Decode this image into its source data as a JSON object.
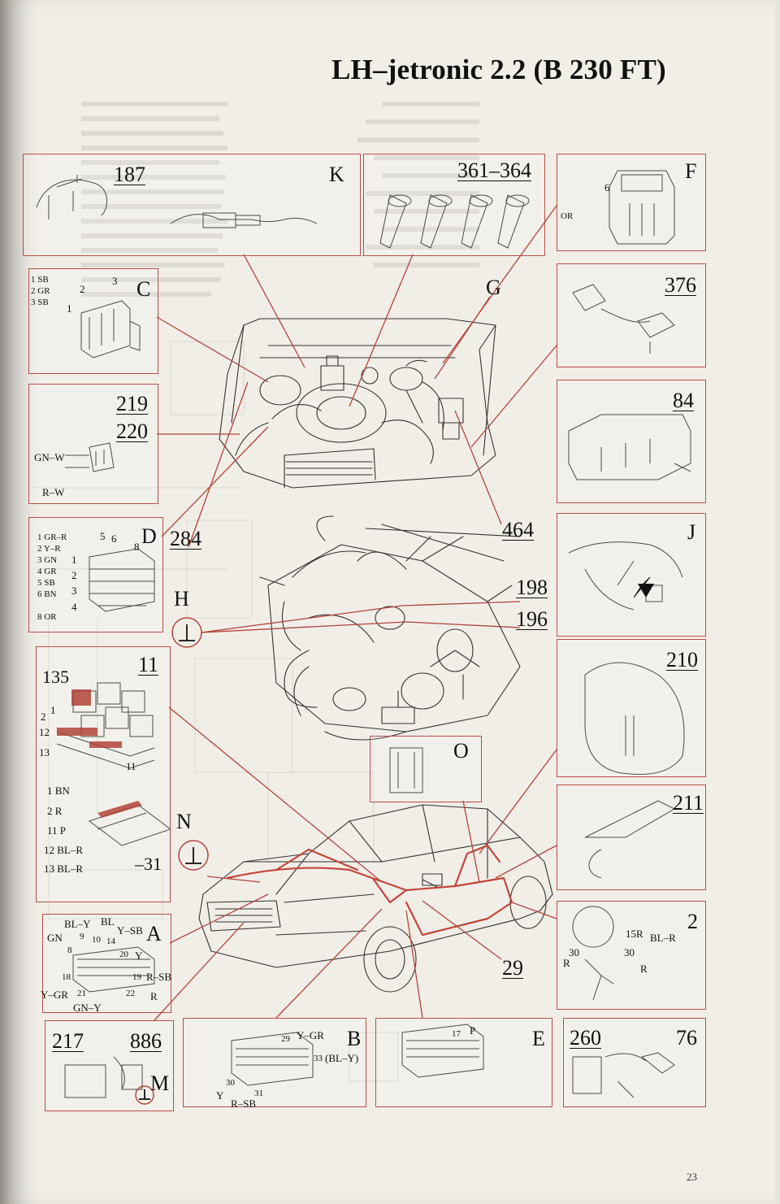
{
  "title": "LH–jetronic 2.2 (B 230 FT)",
  "page_number": "23",
  "callouts": {
    "c187": "187",
    "cK": "K",
    "c361": "361–364",
    "cF": "F",
    "cC": "C",
    "cG": "G",
    "c376": "376",
    "c219": "219",
    "c220": "220",
    "c84": "84",
    "cD": "D",
    "c284": "284",
    "c464": "464",
    "cJ": "J",
    "cH": "H",
    "c198": "198",
    "c196": "196",
    "c11": "11",
    "c135": "135",
    "c210": "210",
    "cO": "O",
    "c211": "211",
    "cN": "N",
    "cA": "A",
    "c2": "2",
    "c29": "29",
    "c217": "217",
    "c886": "886",
    "cM": "M",
    "cB": "B",
    "cE": "E",
    "c260": "260",
    "c76": "76",
    "c31": "–31"
  },
  "wires": {
    "F_6": "6",
    "F_or": "OR",
    "C_pins": [
      "1 SB",
      "2 GR",
      "3 SB"
    ],
    "C_1": "1",
    "C_2": "2",
    "C_3": "3",
    "w219_gnw": "GN–W",
    "w219_rw": "R–W",
    "D_pins": [
      "1 GR–R",
      "2 Y–R",
      "3 GN",
      "4 GR",
      "5 SB",
      "6 BN",
      "8 OR"
    ],
    "D_5": "5",
    "D_6": "6",
    "D_8": "8",
    "D_1": "1",
    "D_2": "2",
    "D_3": "3",
    "D_4": "4",
    "b11_pins": [
      "1 BN",
      "2 R",
      "11 P",
      "12 BL–R",
      "13 BL–R"
    ],
    "b11_2": "2",
    "b11_1": "1",
    "b11_12": "12",
    "b11_13": "13",
    "b11_11": "11",
    "A_bly": "BL–Y",
    "A_bl": "BL",
    "A_ysb": "Y–SB",
    "A_gn": "GN",
    "A_9": "9",
    "A_10": "10",
    "A_14": "14",
    "A_8": "8",
    "A_20": "20",
    "A_y": "Y",
    "A_18": "18",
    "A_19": "19",
    "A_rsb": "R–SB",
    "A_ygr": "Y–GR",
    "A_21": "21",
    "A_22": "22",
    "A_r": "R",
    "A_gny": "GN–Y",
    "s2_15r": "15R",
    "s2_blr": "BL–R",
    "s2_30a": "30",
    "s2_30b": "30",
    "s2_ra": "R",
    "s2_rb": "R",
    "B_29": "29",
    "B_ygr": "Y–GR",
    "B_33": "33",
    "B_bly": "(BL–Y)",
    "B_30": "30",
    "B_31": "31",
    "B_y": "Y",
    "B_rsb": "R–SB",
    "E_17": "17",
    "E_p": "P"
  },
  "colors": {
    "frame": "#b74f45",
    "leader": "#b2453a",
    "ink": "#222222",
    "wire_red": "#c2463a"
  }
}
